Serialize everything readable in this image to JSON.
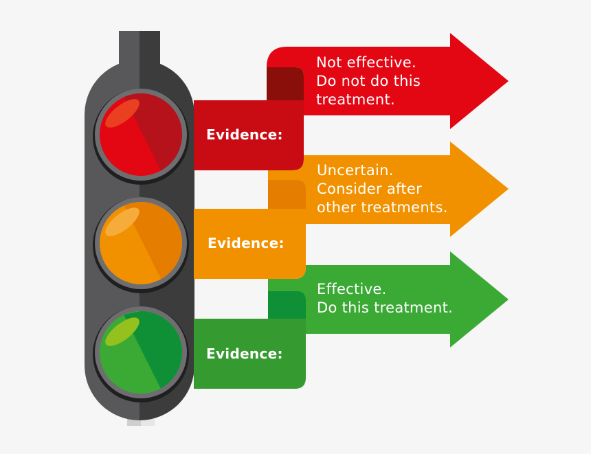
{
  "colors": {
    "background": "#f6f6f6",
    "housing_light": "#58585a",
    "housing_dark": "#3c3c3c",
    "lens_ring": "#6e6e70",
    "red": "#e30613",
    "red_dark": "#b5121b",
    "red_fold": "#8a0f0a",
    "orange": "#f29100",
    "orange_dark": "#e57e00",
    "green": "#3aaa35",
    "green_dark": "#0f9036"
  },
  "lights": [
    {
      "name": "red",
      "color": "#e30613"
    },
    {
      "name": "amber",
      "color": "#f29100"
    },
    {
      "name": "green",
      "color": "#3aaa35"
    }
  ],
  "rows": [
    {
      "evidence_label": "Evidence:",
      "lines": [
        "Not effective.",
        "Do not do this",
        "treatment."
      ],
      "color": "#e30613"
    },
    {
      "evidence_label": "Evidence:",
      "lines": [
        "Uncertain.",
        "Consider after",
        "other treatments."
      ],
      "color": "#f29100"
    },
    {
      "evidence_label": "Evidence:",
      "lines": [
        "Effective.",
        "Do this treatment."
      ],
      "color": "#3aaa35"
    }
  ]
}
